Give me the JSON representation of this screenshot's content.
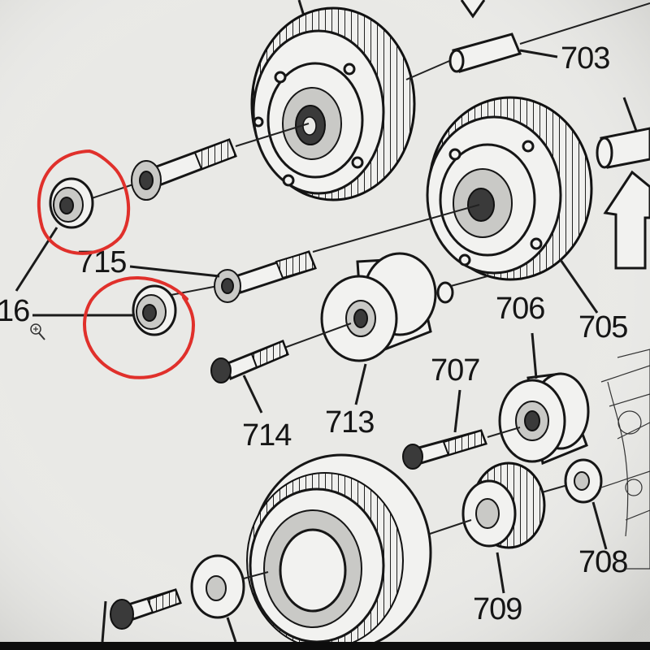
{
  "figure": {
    "background": "#e9e9e6",
    "highlight_color": "#e0302b",
    "zoom_icon": "magnifier-plus-icon"
  },
  "labels": {
    "l703": "703",
    "l705": "705",
    "l706": "706",
    "l707": "707",
    "l708": "708",
    "l709": "709",
    "l713": "713",
    "l714": "714",
    "l715": "715",
    "l716": "16"
  }
}
